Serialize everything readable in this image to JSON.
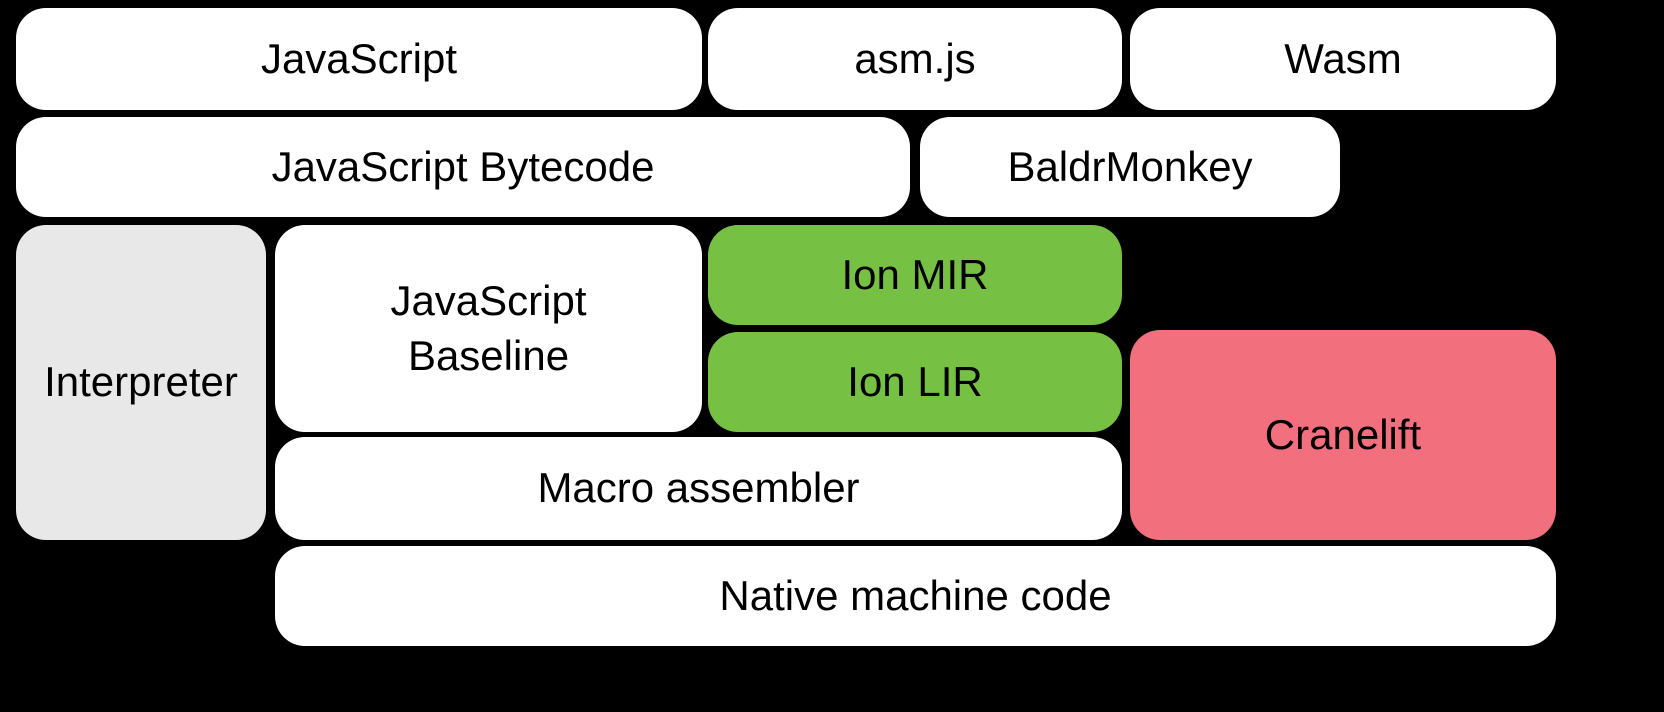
{
  "diagram": {
    "boxes": {
      "javascript": {
        "label": "JavaScript"
      },
      "asmjs": {
        "label": "asm.js"
      },
      "wasm": {
        "label": "Wasm"
      },
      "js_bytecode": {
        "label": "JavaScript Bytecode"
      },
      "baldrmonkey": {
        "label": "BaldrMonkey"
      },
      "interpreter": {
        "label": "Interpreter"
      },
      "js_baseline": {
        "label": "JavaScript\nBaseline"
      },
      "ion_mir": {
        "label": "Ion MIR"
      },
      "ion_lir": {
        "label": "Ion LIR"
      },
      "cranelift": {
        "label": "Cranelift"
      },
      "macro_assembler": {
        "label": "Macro assembler"
      },
      "native_machine_code": {
        "label": "Native machine code"
      }
    },
    "colors": {
      "background": "#000000",
      "box_white": "#ffffff",
      "box_gray": "#e8e8e8",
      "box_green": "#76c043",
      "box_pink": "#f2707e",
      "text": "#000000"
    }
  }
}
